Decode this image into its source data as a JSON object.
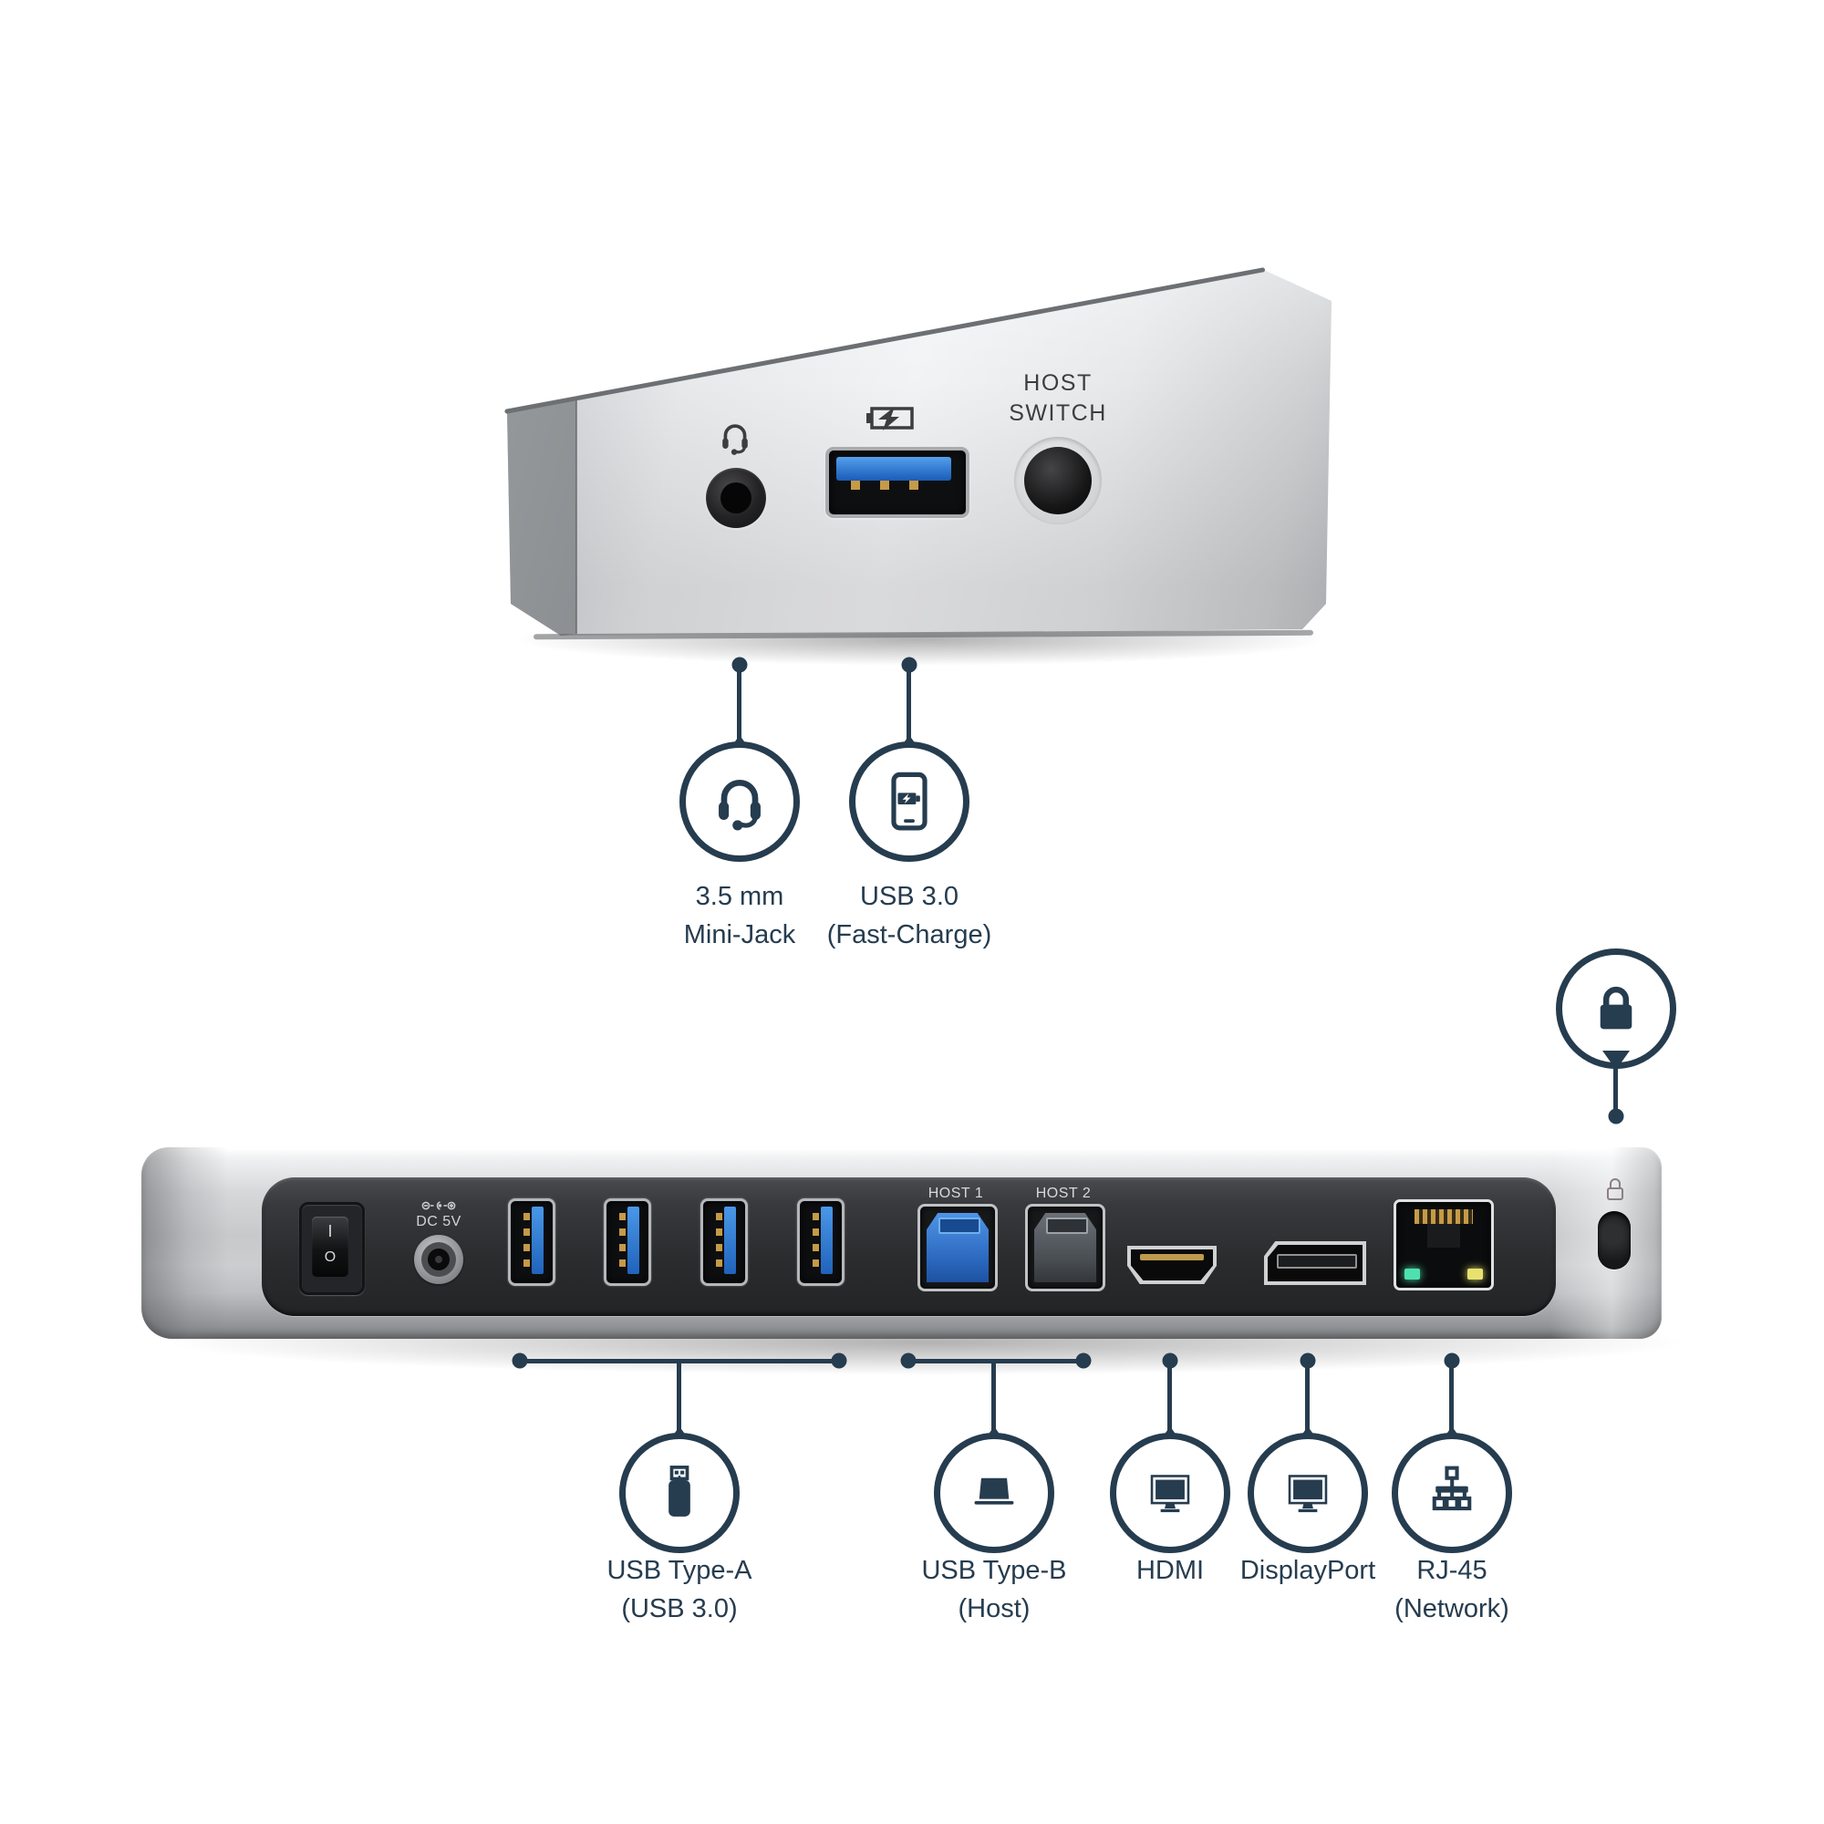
{
  "meta": {
    "description": "USB 3.0 dual-view docking station port callout diagram"
  },
  "colors": {
    "accent_navy": "#263c4f",
    "usb_blue": "#2f7ed4",
    "panel_black": "#2a2b2d",
    "chassis_silver": "#cbcdcf",
    "gold_contacts": "#c59a48",
    "led_green": "#4fe0ae",
    "led_yellow": "#e7e26f"
  },
  "top_view": {
    "device_labels": {
      "host_switch_line1": "HOST",
      "host_switch_line2": "SWITCH"
    },
    "callouts": [
      {
        "icon": "headset-icon",
        "line1": "3.5 mm",
        "line2": "Mini-Jack"
      },
      {
        "icon": "phone-fast-charge-icon",
        "line1": "USB 3.0",
        "line2": "(Fast-Charge)"
      }
    ]
  },
  "rear_view": {
    "port_labels": {
      "host_port_1": "HOST 1",
      "host_port_2": "HOST 2",
      "dc_power": "DC 5V",
      "power_switch_on": "I",
      "power_switch_off": "O"
    },
    "callouts": [
      {
        "icon": "usb-flash-drive-icon",
        "line1": "USB Type-A",
        "line2": "(USB 3.0)"
      },
      {
        "icon": "laptop-icon",
        "line1": "USB Type-B",
        "line2": "(Host)"
      },
      {
        "icon": "monitor-icon",
        "line1": "HDMI",
        "line2": ""
      },
      {
        "icon": "monitor-icon",
        "line1": "DisplayPort",
        "line2": ""
      },
      {
        "icon": "network-icon",
        "line1": "RJ-45",
        "line2": "(Network)"
      }
    ],
    "security_callout": {
      "icon": "lock-icon"
    }
  }
}
